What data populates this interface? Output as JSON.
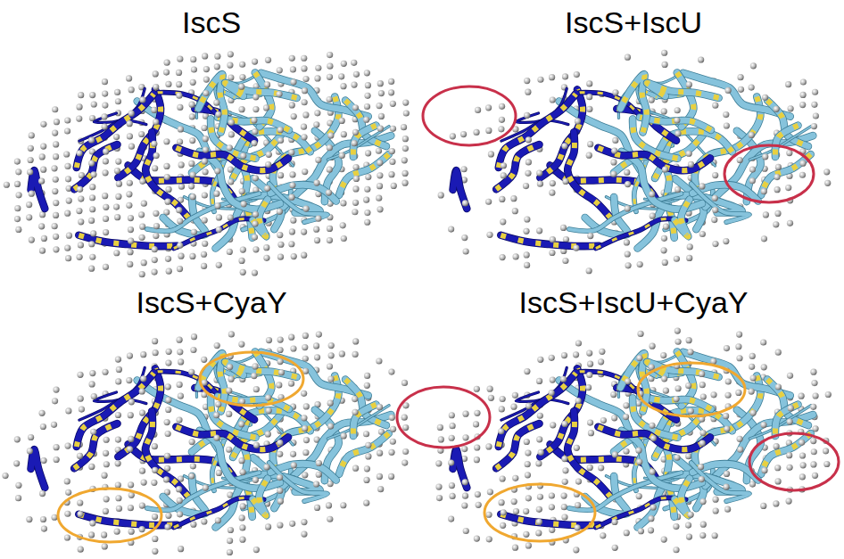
{
  "diagram": {
    "labels": [
      "IscS",
      "IscS+IscU",
      "IscS+CyaY",
      "IscS+IscU+CyaY"
    ]
  }
}
